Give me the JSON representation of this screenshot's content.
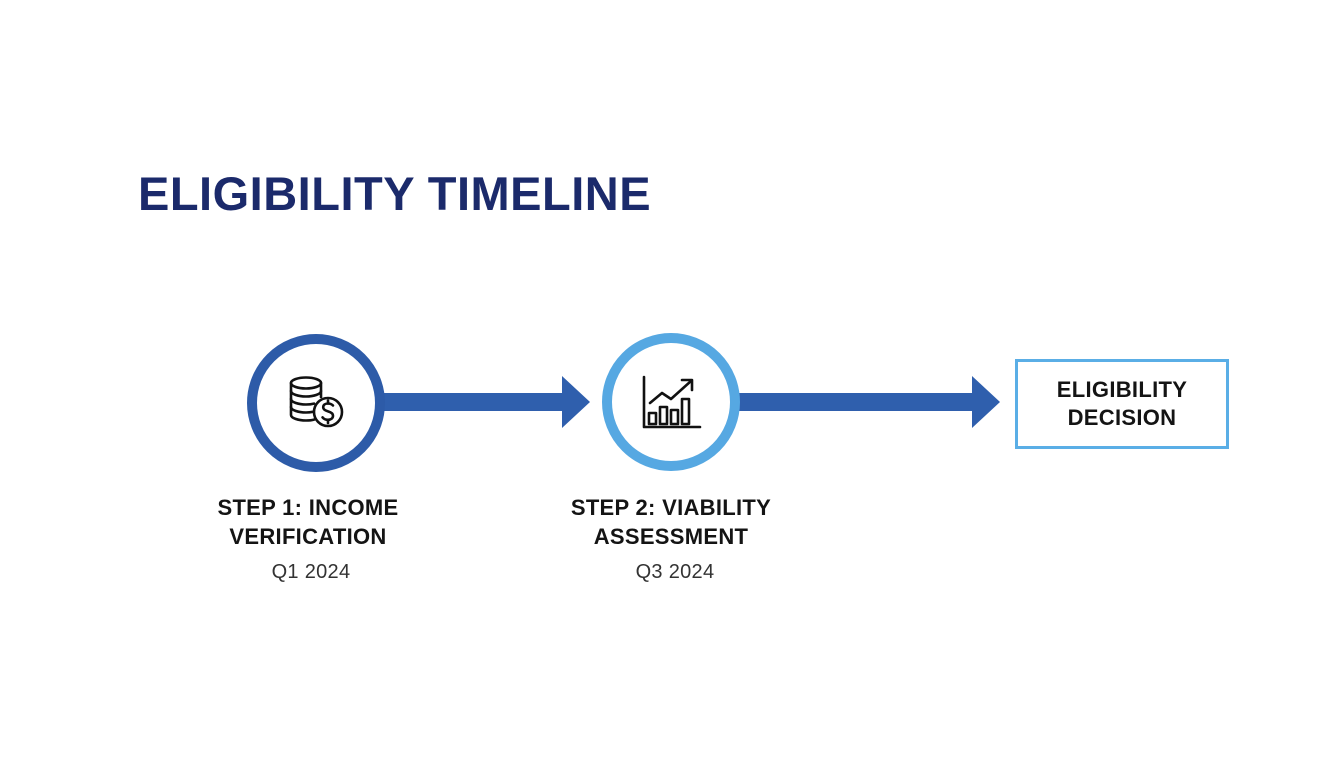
{
  "title": "ELIGIBILITY TIMELINE",
  "steps": [
    {
      "label_line1": "STEP 1: INCOME",
      "label_line2": "VERIFICATION",
      "date": "Q1 2024",
      "icon": "coins-dollar-icon",
      "ring_color": "#2d5ba8"
    },
    {
      "label_line1": "STEP 2: VIABILITY",
      "label_line2": "ASSESSMENT",
      "date": "Q3 2024",
      "icon": "growth-chart-icon",
      "ring_color": "#56a8e2"
    }
  ],
  "decision": {
    "line1": "ELIGIBILITY",
    "line2": "DECISION",
    "border_color": "#5aaee6"
  },
  "colors": {
    "title": "#1b2a6b",
    "arrow": "#2f5fad"
  }
}
